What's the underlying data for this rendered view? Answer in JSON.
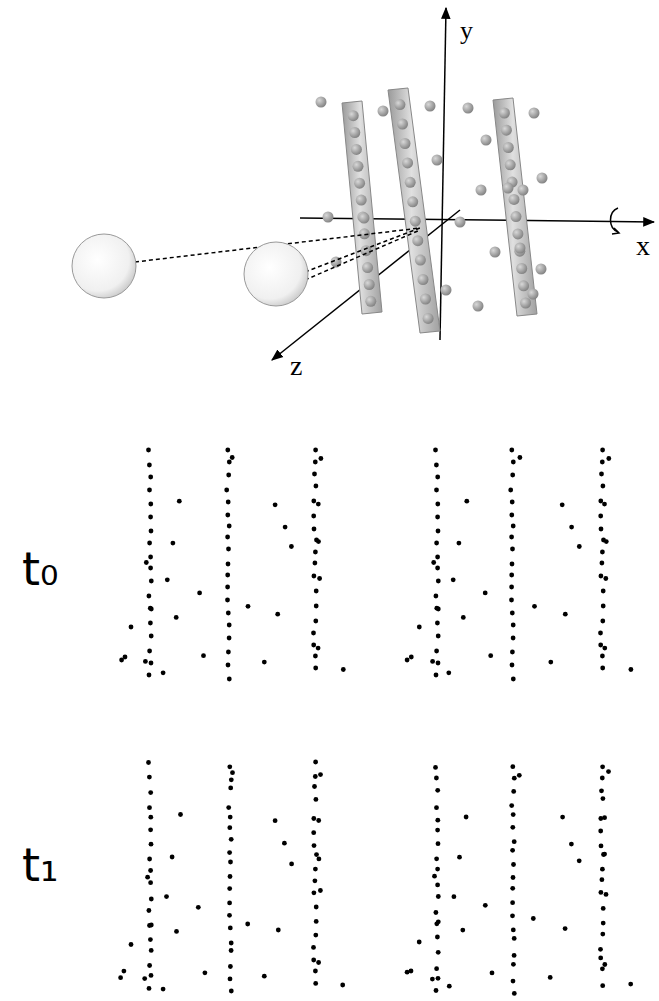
{
  "diagram": {
    "labels": [
      "y",
      "x",
      "z",
      "t₀",
      "t₁"
    ]
  }
}
